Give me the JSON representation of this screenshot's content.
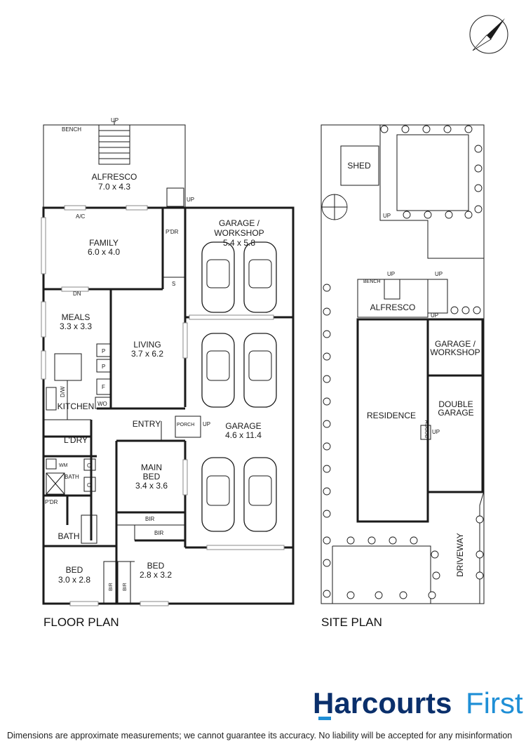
{
  "floor_plan": {
    "title": "FLOOR PLAN",
    "rooms": {
      "alfresco": {
        "name": "ALFRESCO",
        "size": "7.0 x 4.3"
      },
      "family": {
        "name": "FAMILY",
        "size": "6.0 x 4.0"
      },
      "garage_workshop": {
        "name1": "GARAGE /",
        "name2": "WORKSHOP",
        "size": "5.4 x 5.8"
      },
      "meals": {
        "name": "MEALS",
        "size": "3.3 x 3.3"
      },
      "living": {
        "name": "LIVING",
        "size": "3.7 x 6.2"
      },
      "kitchen": {
        "name": "KITCHEN"
      },
      "entry": {
        "name": "ENTRY"
      },
      "garage": {
        "name": "GARAGE",
        "size": "4.6 x 11.4"
      },
      "laundry": {
        "name": "L'DRY"
      },
      "main_bed": {
        "name1": "MAIN",
        "name2": "BED",
        "size": "3.4 x 3.6"
      },
      "bath": {
        "name": "BATH"
      },
      "bed2": {
        "name": "BED",
        "size": "3.0 x 2.8"
      },
      "bed3": {
        "name": "BED",
        "size": "2.8 x 3.2"
      }
    },
    "labels": {
      "bench": "BENCH",
      "up": "UP",
      "ac": "A/C",
      "pdr": "P'DR",
      "s": "S",
      "dn": "DN",
      "p": "P",
      "f": "F",
      "wo": "WO",
      "dw": "D/W",
      "porch": "PORCH",
      "wm": "WM",
      "c": "C",
      "bath_small": "BATH",
      "bir": "BIR"
    }
  },
  "site_plan": {
    "title": "SITE PLAN",
    "labels": {
      "shed": "SHED",
      "up": "UP",
      "bench": "BENCH",
      "alfresco": "ALFRESCO",
      "garage1": "GARAGE /",
      "garage2": "WORKSHOP",
      "residence": "RESIDENCE",
      "double1": "DOUBLE",
      "double2": "GARAGE",
      "porch": "PORCH",
      "driveway": "DRIVEWAY"
    }
  },
  "brand": {
    "name_bold": "Harcourts",
    "name_light": "First",
    "accent_color": "#1f8fd6",
    "primary_color": "#0a2f6b"
  },
  "disclaimer": "Dimensions are approximate measurements; we cannot guarantee its accuracy. No liability will be accepted for any misinformation",
  "compass": {
    "icon": "north-arrow-icon"
  }
}
